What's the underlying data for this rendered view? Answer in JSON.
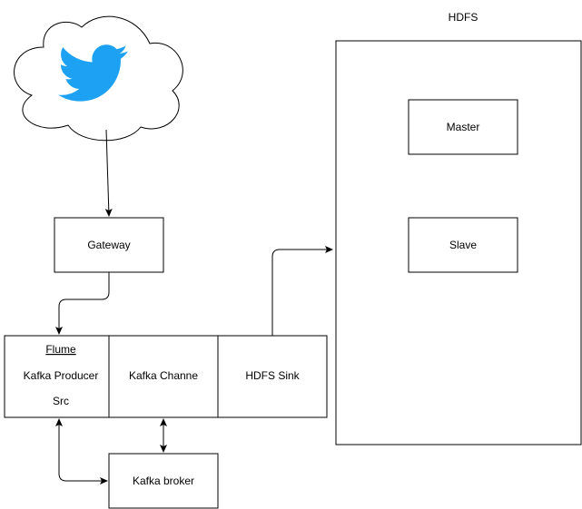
{
  "diagram": {
    "source_logo": "twitter-bird-icon",
    "gateway": {
      "label": "Gateway"
    },
    "flume": {
      "title": "Flume",
      "source_line1": "Kafka Producer",
      "source_line2": "Src",
      "channel": "Kafka Channe",
      "sink": "HDFS Sink"
    },
    "broker": {
      "label": "Kafka broker"
    },
    "hdfs": {
      "title": "HDFS",
      "master": "Master",
      "slave": "Slave"
    }
  },
  "colors": {
    "stroke": "#000000",
    "fill": "#ffffff",
    "twitter_blue": "#1da1f2"
  }
}
